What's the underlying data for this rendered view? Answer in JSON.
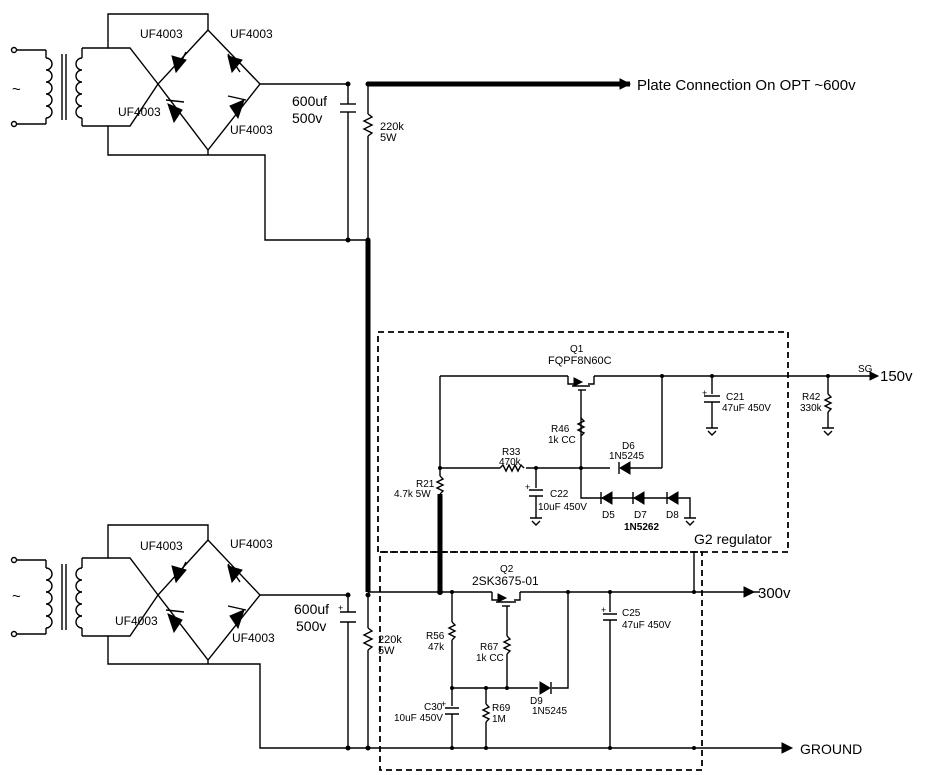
{
  "upper_supply": {
    "diode_labels": [
      "UF4003",
      "UF4003",
      "UF4003",
      "UF4003"
    ],
    "cap_value": "600uf",
    "cap_voltage": "500v",
    "resistor_value": "220k",
    "resistor_power": "5W",
    "output_label": "Plate Connection On OPT ~600v"
  },
  "lower_supply": {
    "diode_labels": [
      "UF4003",
      "UF4003",
      "UF4003",
      "UF4003"
    ],
    "cap_value": "600uf",
    "cap_voltage": "500v",
    "resistor_value": "220k",
    "resistor_power": "5W"
  },
  "g2_regulator": {
    "title": "G2 regulator",
    "q1_ref": "Q1",
    "q1_part": "FQPF8N60C",
    "sg_label": "SG",
    "output_label": "150v",
    "c21_ref": "C21",
    "c21_value": "47uF 450V",
    "r42_ref": "R42",
    "r42_value": "330k",
    "r46_ref": "R46",
    "r46_value": "1k CC",
    "d6_ref": "D6",
    "d6_part": "1N5245",
    "r33_ref": "R33",
    "r33_value": "470k",
    "r21_ref": "R21",
    "r21_value": "4.7k 5W",
    "c22_ref": "C22",
    "c22_value": "10uF 450V",
    "d5_ref": "D5",
    "d7_ref": "D7",
    "d8_ref": "D8",
    "zener_part": "1N5262"
  },
  "regulator_300": {
    "q2_ref": "Q2",
    "q2_part": "2SK3675-01",
    "output_label": "300v",
    "r56_ref": "R56",
    "r56_value": "47k",
    "r67_ref": "R67",
    "r67_value": "1k CC",
    "c25_ref": "C25",
    "c25_value": "47uF 450V",
    "d9_ref": "D9",
    "d9_part": "1N5245",
    "c30_ref": "C30",
    "c30_value": "10uF 450V",
    "r69_ref": "R69",
    "r69_value": "1M",
    "ground_label": "GROUND"
  },
  "icons": {
    "ac_source": "~"
  }
}
